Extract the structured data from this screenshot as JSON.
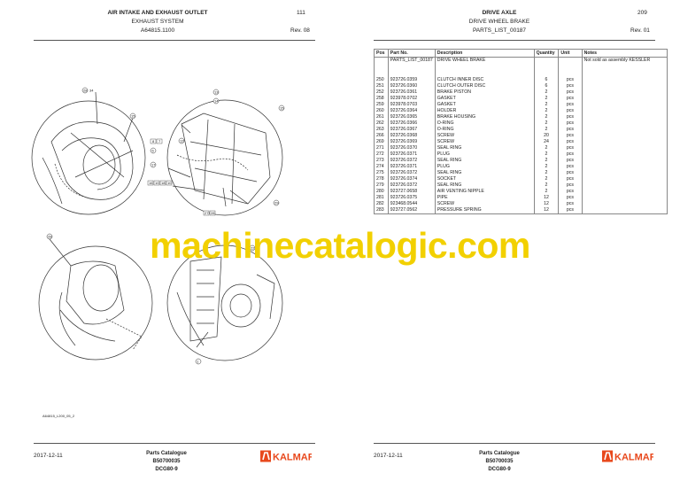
{
  "left": {
    "title": "AIR INTAKE AND EXHAUST OUTLET",
    "subtitle": "EXHAUST SYSTEM",
    "doc_number": "A64815.1100",
    "page_number": "111",
    "revision": "Rev. 08",
    "figure_caption": "A64815_L200_05_2",
    "callouts": [
      "28",
      "34",
      "15",
      "8",
      "7",
      "6",
      "17",
      "16",
      "10",
      "18",
      "10",
      "13",
      "14",
      "15",
      "12",
      "29",
      "27",
      "28",
      "28",
      "22",
      "1",
      "29"
    ],
    "footer": {
      "date": "2017-12-11",
      "catalogue": "Parts Catalogue",
      "code": "B50700035",
      "model": "DCG80-9"
    }
  },
  "right": {
    "title": "DRIVE AXLE",
    "subtitle": "DRIVE WHEEL BRAKE",
    "doc_number": "PARTS_LIST_00187",
    "page_number": "209",
    "revision": "Rev. 01",
    "table": {
      "headers": [
        "Pos",
        "Part No.",
        "Description",
        "Quantity",
        "Unit",
        "Notes"
      ],
      "first_row": {
        "pos": "",
        "part": "PARTS_LIST_00187",
        "desc": "DRIVE WHEEL BRAKE",
        "qty": "",
        "unit": "",
        "notes": "Not sold as assembly KESSLER"
      },
      "rows": [
        [
          "250",
          "923726.0359",
          "CLUTCH INNER DISC",
          "6",
          "pcs",
          ""
        ],
        [
          "251",
          "923726.0360",
          "CLUTCH OUTER DISC",
          "6",
          "pcs",
          ""
        ],
        [
          "252",
          "923726.0361",
          "BRAKE PISTON",
          "2",
          "pcs",
          ""
        ],
        [
          "258",
          "923978.0702",
          "GASKET",
          "2",
          "pcs",
          ""
        ],
        [
          "259",
          "923978.0703",
          "GASKET",
          "2",
          "pcs",
          ""
        ],
        [
          "260",
          "923726.0364",
          "HOLDER",
          "2",
          "pcs",
          ""
        ],
        [
          "261",
          "923726.0365",
          "BRAKE HOUSING",
          "2",
          "pcs",
          ""
        ],
        [
          "262",
          "923726.0366",
          "O-RING",
          "2",
          "pcs",
          ""
        ],
        [
          "263",
          "923726.0367",
          "O-RING",
          "2",
          "pcs",
          ""
        ],
        [
          "266",
          "923726.0368",
          "SCREW",
          "20",
          "pcs",
          ""
        ],
        [
          "269",
          "923726.0369",
          "SCREW",
          "24",
          "pcs",
          ""
        ],
        [
          "271",
          "923726.0370",
          "SEAL RING",
          "2",
          "pcs",
          ""
        ],
        [
          "272",
          "923726.0371",
          "PLUG",
          "2",
          "pcs",
          ""
        ],
        [
          "273",
          "923726.0372",
          "SEAL RING",
          "2",
          "pcs",
          ""
        ],
        [
          "274",
          "923726.0371",
          "PLUG",
          "2",
          "pcs",
          ""
        ],
        [
          "275",
          "923726.0372",
          "SEAL RING",
          "2",
          "pcs",
          ""
        ],
        [
          "278",
          "923726.0374",
          "SOCKET",
          "2",
          "pcs",
          ""
        ],
        [
          "279",
          "923726.0372",
          "SEAL RING",
          "2",
          "pcs",
          ""
        ],
        [
          "280",
          "923727.0658",
          "AIR VENTING NIPPLE",
          "2",
          "pcs",
          ""
        ],
        [
          "281",
          "923726.0375",
          "PIPE",
          "12",
          "pcs",
          ""
        ],
        [
          "282",
          "923468.0544",
          "SCREW",
          "12",
          "pcs",
          ""
        ],
        [
          "283",
          "923727.0562",
          "PRESSURE SPRING",
          "12",
          "pcs",
          ""
        ]
      ]
    },
    "footer": {
      "date": "2017-12-11",
      "catalogue": "Parts Catalogue",
      "code": "B50700035",
      "model": "DCG80-9"
    }
  },
  "brand": {
    "name": "KALMAR",
    "color": "#e8481c"
  },
  "watermark": {
    "text": "machinecatalogic.com",
    "color": "#f2d000"
  }
}
